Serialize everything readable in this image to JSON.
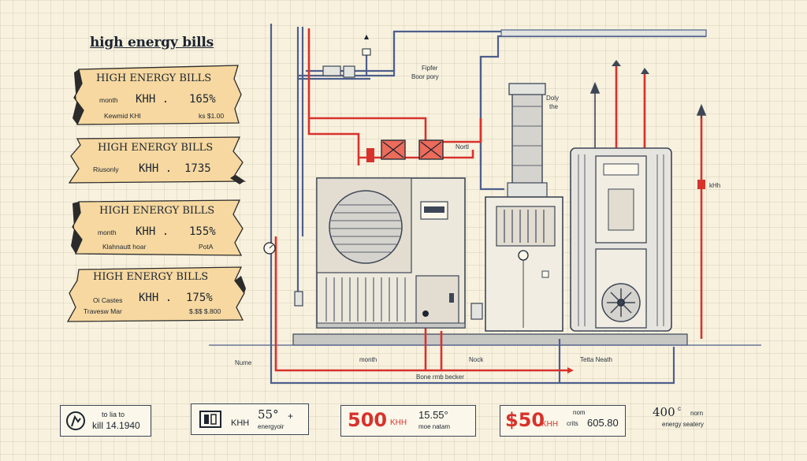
{
  "page_title": "high energy bills",
  "cards": [
    {
      "title": "HIGH ENERGY BILLS",
      "label_left": "month",
      "unit": "KHH .",
      "value": "165%",
      "footer_left": "Kewmid KHI",
      "footer_right": "ks $1.00"
    },
    {
      "title": "HIGH ENERGY BILLS",
      "label_left": "Riusonly",
      "unit": "KHH .",
      "value": "1735",
      "footer_left": "",
      "footer_right": ""
    },
    {
      "title": "HIGH ENERGY BILLS",
      "label_left": "month",
      "unit": "KHH .",
      "value": "155%",
      "footer_left": "Klahnautt hoar",
      "footer_right": "PotA"
    },
    {
      "title": "HIGH ENERGY BILLS",
      "label_left": "Oi Castes",
      "unit": "KHH .",
      "value": "175%",
      "footer_left": "Travesw Mar",
      "footer_right": "$.$$ $.800"
    }
  ],
  "diagram_labels": {
    "pipe_top": "Fipfer",
    "pipe_top2": "Boor pory",
    "duct": "Doly",
    "duct2": "the",
    "valve": "Nortl",
    "riser": "kHh",
    "bottom_left": "Nume",
    "bottom_mid": "month",
    "bottom_mid2": "Nock",
    "bottom_right": "Tetta Neath",
    "bottom_center": "Bone rmb becker"
  },
  "stats": [
    {
      "line1": "to lia to",
      "line2": "kill 14.1940",
      "icon": "pump-icon"
    },
    {
      "unit": "KHH",
      "big": "55°",
      "sup": "+",
      "small": "energyoir",
      "icon": "meter-icon"
    },
    {
      "big": "500",
      "unit": "KHH",
      "value": "15.55°",
      "small": "moe natam"
    },
    {
      "big": "$50",
      "unit": "KHH",
      "small1": "nom",
      "small2": "crits",
      "value": "605.80"
    },
    {
      "big": "400",
      "sup": "c",
      "small1": "norn",
      "small2": "energy seatery"
    }
  ],
  "colors": {
    "accent_red": "#d8322c",
    "pipe_blue": "#4e5f8c",
    "paper": "#f6d8a0",
    "ink": "#1c2430"
  }
}
